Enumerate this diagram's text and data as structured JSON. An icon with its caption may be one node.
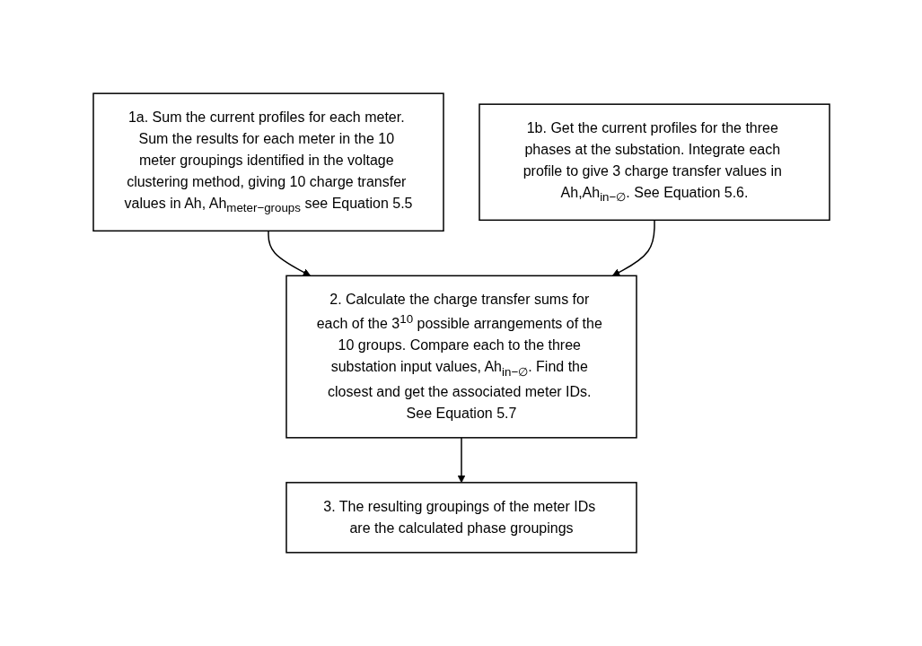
{
  "diagram": {
    "nodes": [
      {
        "text": [
          "1a. Sum the current profiles for each meter. Sum the results for each meter in the 10 meter groupings identified in the voltage clustering method, giving 10 charge transfer values in Ah, Ah$_{meter−groups}$ see Equation 5.5"
        ]
      },
      {
        "text": [
          "1b. Get the current profiles for the three phases at the substation. Integrate each profile to give 3 charge transfer values in Ah,Ah$_{in−∅}$. See Equation 5.6."
        ]
      },
      {
        "text": [
          "2. Calculate the charge transfer sums for each of the 3$^{10}$ possible arrangements of the 10 groups. Compare each to the three substation input values, Ah$_{in−∅}$. Find the closest and get the associated meter IDs. See Equation 5.7"
        ]
      },
      {
        "text": [
          "3. The resulting groupings of the meter IDs are the calculated phase groupings"
        ]
      }
    ],
    "edges": [
      {
        "from": 0,
        "to": 2,
        "arrow": "to"
      },
      {
        "from": 1,
        "to": 2,
        "arrow": "to"
      },
      {
        "from": 2,
        "to": 3,
        "arrow": "to"
      }
    ]
  }
}
